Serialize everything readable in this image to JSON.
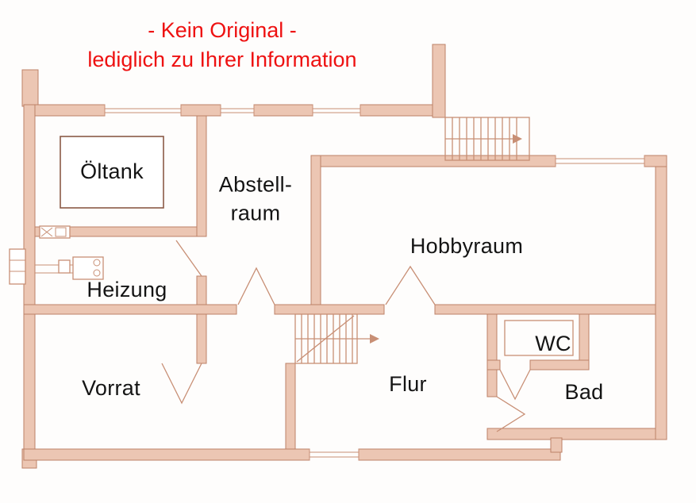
{
  "disclaimer": {
    "line1": "- Kein Original -",
    "line2": "lediglich zu Ihrer Information"
  },
  "rooms": {
    "oeltank": {
      "label": "Öltank"
    },
    "abstellraum": {
      "label": "Abstell-\nraum"
    },
    "heizung": {
      "label": "Heizung"
    },
    "hobbyraum": {
      "label": "Hobbyraum"
    },
    "vorrat": {
      "label": "Vorrat"
    },
    "flur": {
      "label": "Flur"
    },
    "wc": {
      "label": "WC"
    },
    "bad": {
      "label": "Bad"
    }
  },
  "colors": {
    "disclaimer_red": "#ee1111",
    "wall_fill": "#ecc6b3",
    "wall_stroke": "#bd8167",
    "line": "#c88f75",
    "label_text": "#141414",
    "paper": "#fefdfc"
  }
}
